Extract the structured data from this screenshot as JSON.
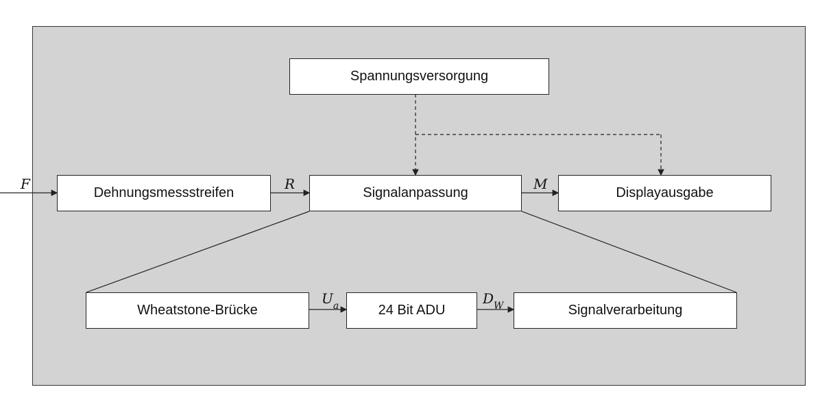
{
  "blocks": {
    "power_supply": "Spannungsversorgung",
    "strain_gauge": "Dehnungsmessstreifen",
    "signal_conditioning": "Signalanpassung",
    "display": "Displayausgabe",
    "wheatstone": "Wheatstone-Brücke",
    "adc": "24 Bit ADU",
    "processing": "Signalverarbeitung"
  },
  "signals": {
    "force": "F",
    "resistance": "R",
    "measurement": "M",
    "u_main": "U",
    "u_sub": "a",
    "d_main": "D",
    "d_sub": "W"
  },
  "colors": {
    "panel": "#d3d3d3",
    "box": "#ffffff",
    "line": "#222222"
  }
}
